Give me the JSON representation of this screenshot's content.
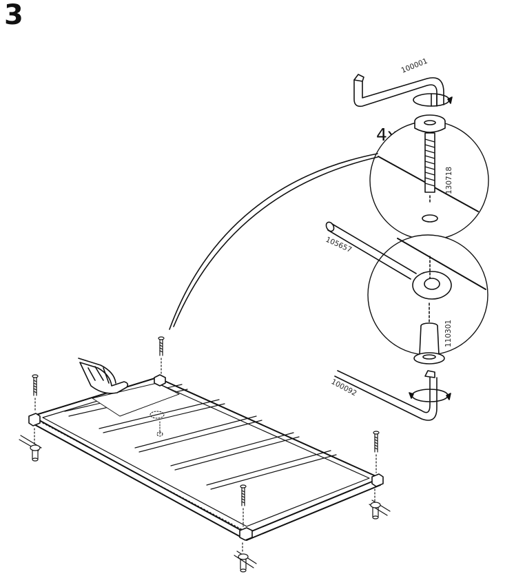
{
  "step": {
    "number": "3"
  },
  "quantity": "4x",
  "parts": {
    "allen_key_top": "100001",
    "bolt": "130718",
    "dowel_rod": "105657",
    "barrel_nut": "110301",
    "allen_key_bottom": "100092"
  }
}
